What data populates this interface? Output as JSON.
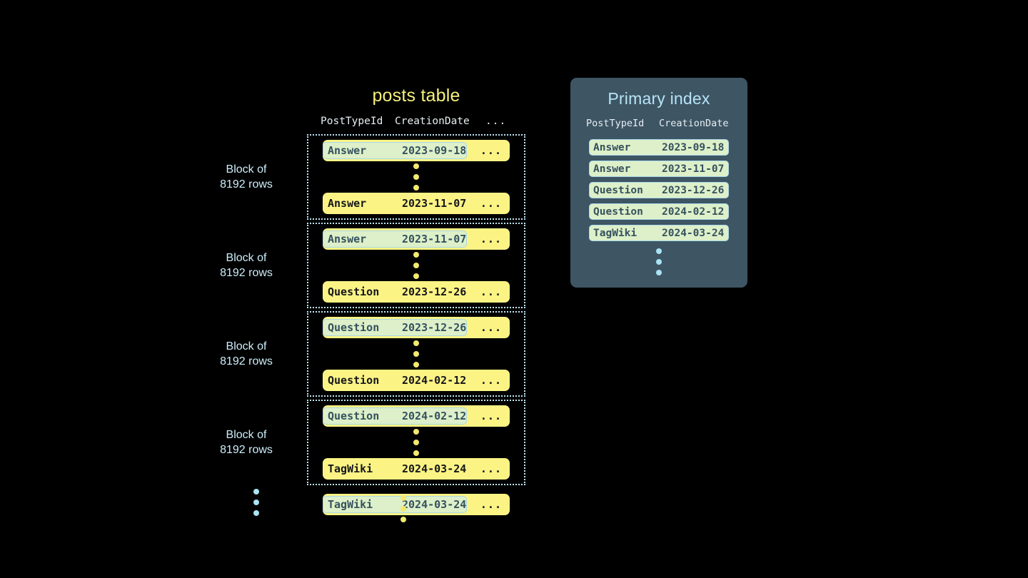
{
  "posts_table": {
    "title": "posts table",
    "columns": [
      "PostTypeId",
      "CreationDate",
      "..."
    ],
    "more_cell": "...",
    "block_label": "Block of\n8192 rows",
    "block_label_line1": "Block of",
    "block_label_line2": "8192 rows",
    "blocks": [
      {
        "label_line1": "Block of",
        "label_line2": "8192 rows",
        "first_row": {
          "post_type_id": "Answer",
          "creation_date": "2023-09-18",
          "more": "...",
          "highlighted": true
        },
        "last_row": {
          "post_type_id": "Answer",
          "creation_date": "2023-11-07",
          "more": "...",
          "highlighted": false
        }
      },
      {
        "label_line1": "Block of",
        "label_line2": "8192 rows",
        "first_row": {
          "post_type_id": "Answer",
          "creation_date": "2023-11-07",
          "more": "...",
          "highlighted": true
        },
        "last_row": {
          "post_type_id": "Question",
          "creation_date": "2023-12-26",
          "more": "...",
          "highlighted": false
        }
      },
      {
        "label_line1": "Block of",
        "label_line2": "8192 rows",
        "first_row": {
          "post_type_id": "Question",
          "creation_date": "2023-12-26",
          "more": "...",
          "highlighted": true
        },
        "last_row": {
          "post_type_id": "Question",
          "creation_date": "2024-02-12",
          "more": "...",
          "highlighted": false
        }
      },
      {
        "label_line1": "Block of",
        "label_line2": "8192 rows",
        "first_row": {
          "post_type_id": "Question",
          "creation_date": "2024-02-12",
          "more": "...",
          "highlighted": true
        },
        "last_row": {
          "post_type_id": "TagWiki",
          "creation_date": "2024-03-24",
          "more": "...",
          "highlighted": false
        }
      }
    ],
    "trailing_row": {
      "post_type_id": "TagWiki",
      "creation_date": "2024-03-24",
      "more": "...",
      "highlighted": true
    }
  },
  "primary_index": {
    "title": "Primary index",
    "columns": [
      "PostTypeId",
      "CreationDate"
    ],
    "rows": [
      {
        "post_type_id": "Answer",
        "creation_date": "2023-09-18"
      },
      {
        "post_type_id": "Answer",
        "creation_date": "2023-11-07"
      },
      {
        "post_type_id": "Question",
        "creation_date": "2023-12-26"
      },
      {
        "post_type_id": "Question",
        "creation_date": "2024-02-12"
      },
      {
        "post_type_id": "TagWiki",
        "creation_date": "2024-03-24"
      }
    ]
  },
  "colors": {
    "background": "#000000",
    "row_yellow": "#fbf485",
    "highlight_green": "#ddf0c9",
    "highlight_border": "#a8d8e8",
    "panel_slate": "#3e5564",
    "title_yellow": "#f5f17a",
    "title_blue": "#b7e4f6",
    "label_blue": "#cdeefb",
    "dot_yellow": "#f2e96e",
    "dot_blue": "#a9e4f5"
  }
}
